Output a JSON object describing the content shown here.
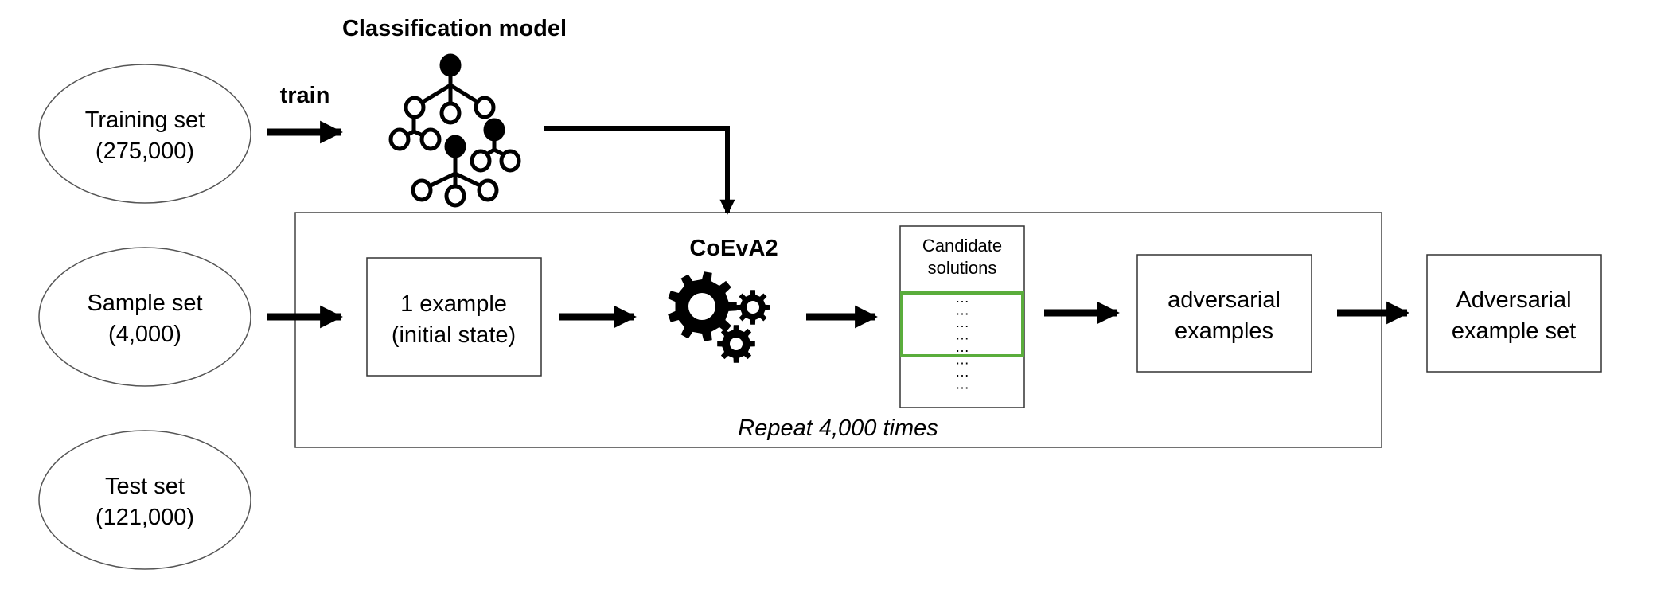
{
  "diagram": {
    "inputs": [
      {
        "id": "training-set",
        "line1": "Training set",
        "line2": "(275,000)"
      },
      {
        "id": "sample-set",
        "line1": "Sample set",
        "line2": "(4,000)"
      },
      {
        "id": "test-set",
        "line1": "Test set",
        "line2": "(121,000)"
      }
    ],
    "train_label": "train",
    "model": {
      "title": "Classification model",
      "icon": "decision-tree-forest-icon"
    },
    "loop": {
      "label": "Repeat 4,000 times"
    },
    "example_box": {
      "line1": "1 example",
      "line2": "(initial state)"
    },
    "coeva": {
      "title": "CoEvA2",
      "icon": "gears-icon"
    },
    "candidates": {
      "line1": "Candidate",
      "line2": "solutions",
      "rows": [
        "…",
        "…",
        "…",
        "…",
        "…",
        "…",
        "…",
        "…"
      ],
      "highlight_rows": 5,
      "highlight_color": "#5aad3c"
    },
    "adv_box": {
      "line1": "adversarial",
      "line2": "examples"
    },
    "adv_set_box": {
      "line1": "Adversarial",
      "line2": "example set"
    },
    "colors": {
      "stroke": "#000000",
      "ellipse_stroke": "#555555",
      "box_stroke": "#333333"
    }
  }
}
